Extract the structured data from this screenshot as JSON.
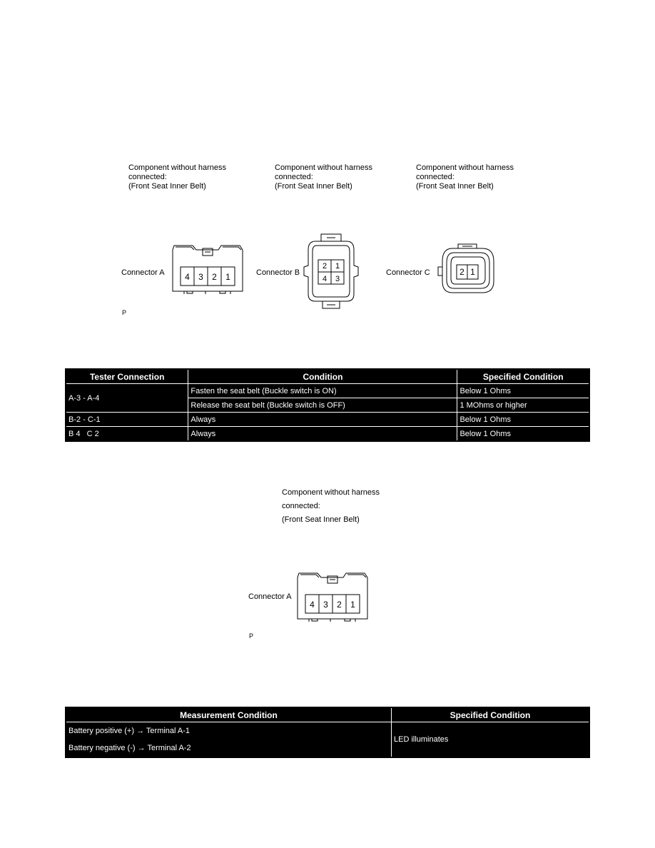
{
  "figure1": {
    "captions": [
      "Component without harness\nconnected:\n(Front Seat Inner Belt)",
      "Component without harness\nconnected:\n(Front Seat Inner Belt)",
      "Component without harness\nconnected:\n(Front Seat Inner Belt)"
    ],
    "connector_a": {
      "label": "Connector A",
      "pins": [
        "4",
        "3",
        "2",
        "1"
      ]
    },
    "connector_b": {
      "label": "Connector B",
      "pins": [
        "2",
        "1",
        "4",
        "3"
      ]
    },
    "connector_c": {
      "label": "Connector C",
      "pins": [
        "2",
        "1"
      ]
    },
    "p_mark": "P"
  },
  "table1": {
    "headers": [
      "Tester Connection",
      "Condition",
      "Specified Condition"
    ],
    "rows": [
      {
        "connection": "A-3 - A-4",
        "condition": "Fasten the seat belt (Buckle switch is ON)",
        "specified": "Below 1 Ohms"
      },
      {
        "connection": "",
        "condition": "Release the seat belt (Buckle switch is OFF)",
        "specified": "1 MOhms or higher"
      },
      {
        "connection": "B-2 - C-1",
        "condition": "Always",
        "specified": "Below 1 Ohms"
      },
      {
        "connection": "B 4   C 2",
        "condition": "Always",
        "specified": "Below 1 Ohms"
      }
    ]
  },
  "figure2": {
    "caption": "Component without harness\nconnected:\n(Front Seat Inner Belt)",
    "connector_a": {
      "label": "Connector A",
      "pins": [
        "4",
        "3",
        "2",
        "1"
      ]
    },
    "p_mark": "P"
  },
  "table2": {
    "headers": [
      "Measurement Condition",
      "Specified Condition"
    ],
    "row": {
      "line1": "Battery positive (+) → Terminal A-1",
      "line2": "Battery negative (-) → Terminal A-2",
      "specified": "LED illuminates"
    }
  }
}
